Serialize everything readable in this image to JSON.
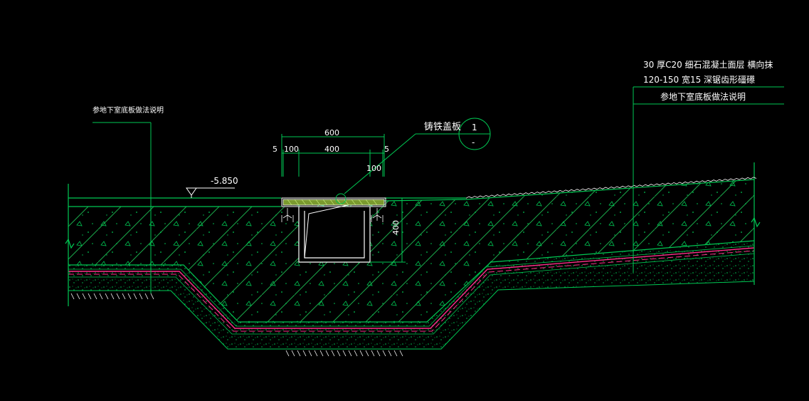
{
  "drawing": {
    "colors": {
      "background": "#000000",
      "linework": "#00c853",
      "text": "#ffffff",
      "membrane": "#ff2d8a",
      "hatch": "#19a84a"
    },
    "notes": {
      "left_reference": "参地下室底板做法说明",
      "right_reference": "参地下室底板做法说明",
      "top_right_line1": "30  厚C20  细石混凝土面层 横向抹",
      "top_right_line2": "120-150      宽15  深锯齿形礓礤"
    },
    "callout": {
      "label": "铸铁盖板",
      "detail_number": "1",
      "sheet_ref": "-"
    },
    "elevation": "-5.850",
    "dimensions": {
      "overall_width": "600",
      "inner_width": "400",
      "left_offset": "100",
      "right_offset": "100",
      "left_gap": "5",
      "right_gap": "5",
      "trench_depth": "400"
    }
  }
}
